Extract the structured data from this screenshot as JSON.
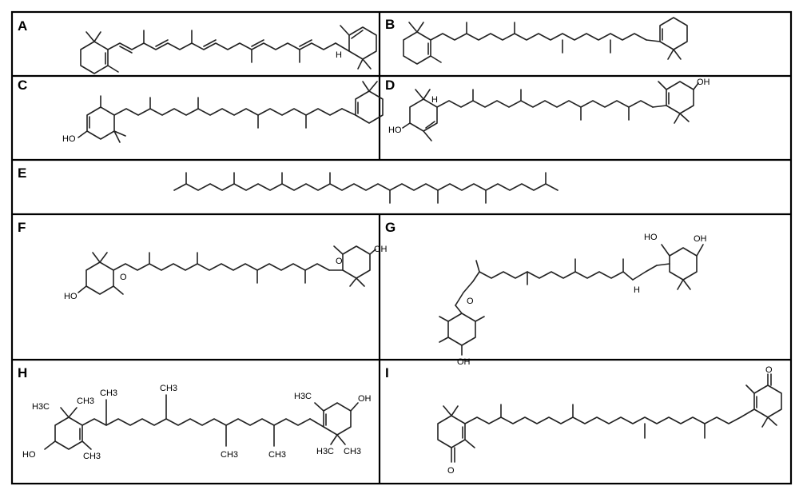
{
  "panels": [
    {
      "id": "A",
      "label": "A",
      "atoms": [
        "H"
      ]
    },
    {
      "id": "B",
      "label": "B",
      "atoms": []
    },
    {
      "id": "C",
      "label": "C",
      "atoms": [
        "HO"
      ]
    },
    {
      "id": "D",
      "label": "D",
      "atoms": [
        "H",
        "HO",
        "OH"
      ]
    },
    {
      "id": "E",
      "label": "E",
      "atoms": []
    },
    {
      "id": "F",
      "label": "F",
      "atoms": [
        "O",
        "HO",
        "O",
        "OH"
      ]
    },
    {
      "id": "G",
      "label": "G",
      "atoms": [
        "HO",
        "OH",
        "H",
        "O",
        "OH"
      ]
    },
    {
      "id": "H",
      "label": "H",
      "atoms": [
        "H3C",
        "CH3",
        "CH3",
        "CH3",
        "H3C",
        "HO",
        "CH3",
        "CH3",
        "CH3",
        "H3C",
        "CH3",
        "OH"
      ]
    },
    {
      "id": "I",
      "label": "I",
      "atoms": [
        "O",
        "O"
      ]
    }
  ],
  "colors": {
    "stroke": "#222222",
    "frame": "#000000",
    "background": "#ffffff"
  }
}
